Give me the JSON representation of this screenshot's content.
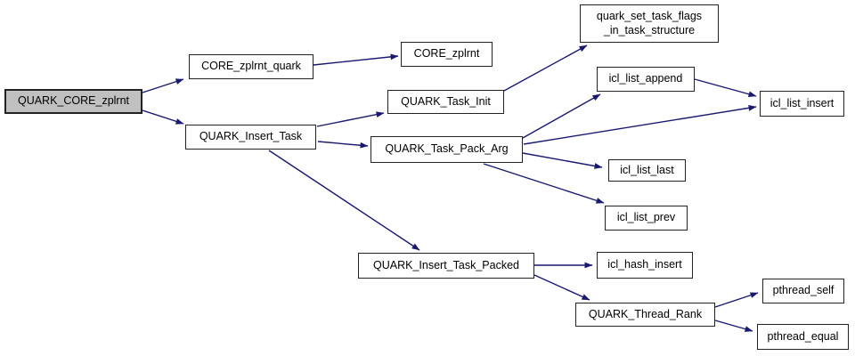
{
  "diagram": {
    "type": "call-graph",
    "colors": {
      "background": "#ffffff",
      "edge": "#191970",
      "node-fill": "#ffffff",
      "node-border": "#222222",
      "highlight-fill": "#c0c0c0",
      "text": "#000000"
    },
    "nodes": [
      {
        "id": "QUARK_CORE_zplrnt",
        "label": "QUARK_CORE_zplrnt",
        "highlighted": true
      },
      {
        "id": "CORE_zplrnt_quark",
        "label": "CORE_zplrnt_quark",
        "highlighted": false
      },
      {
        "id": "CORE_zplrnt",
        "label": "CORE_zplrnt",
        "highlighted": false
      },
      {
        "id": "QUARK_Insert_Task",
        "label": "QUARK_Insert_Task",
        "highlighted": false
      },
      {
        "id": "QUARK_Task_Init",
        "label": "QUARK_Task_Init",
        "highlighted": false
      },
      {
        "id": "quark_set_task_flags_in_task_structure",
        "label": "quark_set_task_flags\n_in_task_structure",
        "highlighted": false
      },
      {
        "id": "QUARK_Task_Pack_Arg",
        "label": "QUARK_Task_Pack_Arg",
        "highlighted": false
      },
      {
        "id": "icl_list_append",
        "label": "icl_list_append",
        "highlighted": false
      },
      {
        "id": "icl_list_insert",
        "label": "icl_list_insert",
        "highlighted": false
      },
      {
        "id": "icl_list_last",
        "label": "icl_list_last",
        "highlighted": false
      },
      {
        "id": "icl_list_prev",
        "label": "icl_list_prev",
        "highlighted": false
      },
      {
        "id": "QUARK_Insert_Task_Packed",
        "label": "QUARK_Insert_Task_Packed",
        "highlighted": false
      },
      {
        "id": "icl_hash_insert",
        "label": "icl_hash_insert",
        "highlighted": false
      },
      {
        "id": "QUARK_Thread_Rank",
        "label": "QUARK_Thread_Rank",
        "highlighted": false
      },
      {
        "id": "pthread_self",
        "label": "pthread_self",
        "highlighted": false
      },
      {
        "id": "pthread_equal",
        "label": "pthread_equal",
        "highlighted": false
      }
    ],
    "edges": [
      {
        "from": "QUARK_CORE_zplrnt",
        "to": "CORE_zplrnt_quark"
      },
      {
        "from": "QUARK_CORE_zplrnt",
        "to": "QUARK_Insert_Task"
      },
      {
        "from": "CORE_zplrnt_quark",
        "to": "CORE_zplrnt"
      },
      {
        "from": "QUARK_Insert_Task",
        "to": "QUARK_Task_Init"
      },
      {
        "from": "QUARK_Insert_Task",
        "to": "QUARK_Task_Pack_Arg"
      },
      {
        "from": "QUARK_Insert_Task",
        "to": "QUARK_Insert_Task_Packed"
      },
      {
        "from": "QUARK_Task_Init",
        "to": "quark_set_task_flags_in_task_structure"
      },
      {
        "from": "QUARK_Task_Pack_Arg",
        "to": "icl_list_append"
      },
      {
        "from": "QUARK_Task_Pack_Arg",
        "to": "icl_list_insert"
      },
      {
        "from": "QUARK_Task_Pack_Arg",
        "to": "icl_list_last"
      },
      {
        "from": "QUARK_Task_Pack_Arg",
        "to": "icl_list_prev"
      },
      {
        "from": "icl_list_append",
        "to": "icl_list_insert"
      },
      {
        "from": "QUARK_Insert_Task_Packed",
        "to": "icl_hash_insert"
      },
      {
        "from": "QUARK_Insert_Task_Packed",
        "to": "QUARK_Thread_Rank"
      },
      {
        "from": "QUARK_Thread_Rank",
        "to": "pthread_self"
      },
      {
        "from": "QUARK_Thread_Rank",
        "to": "pthread_equal"
      }
    ]
  }
}
